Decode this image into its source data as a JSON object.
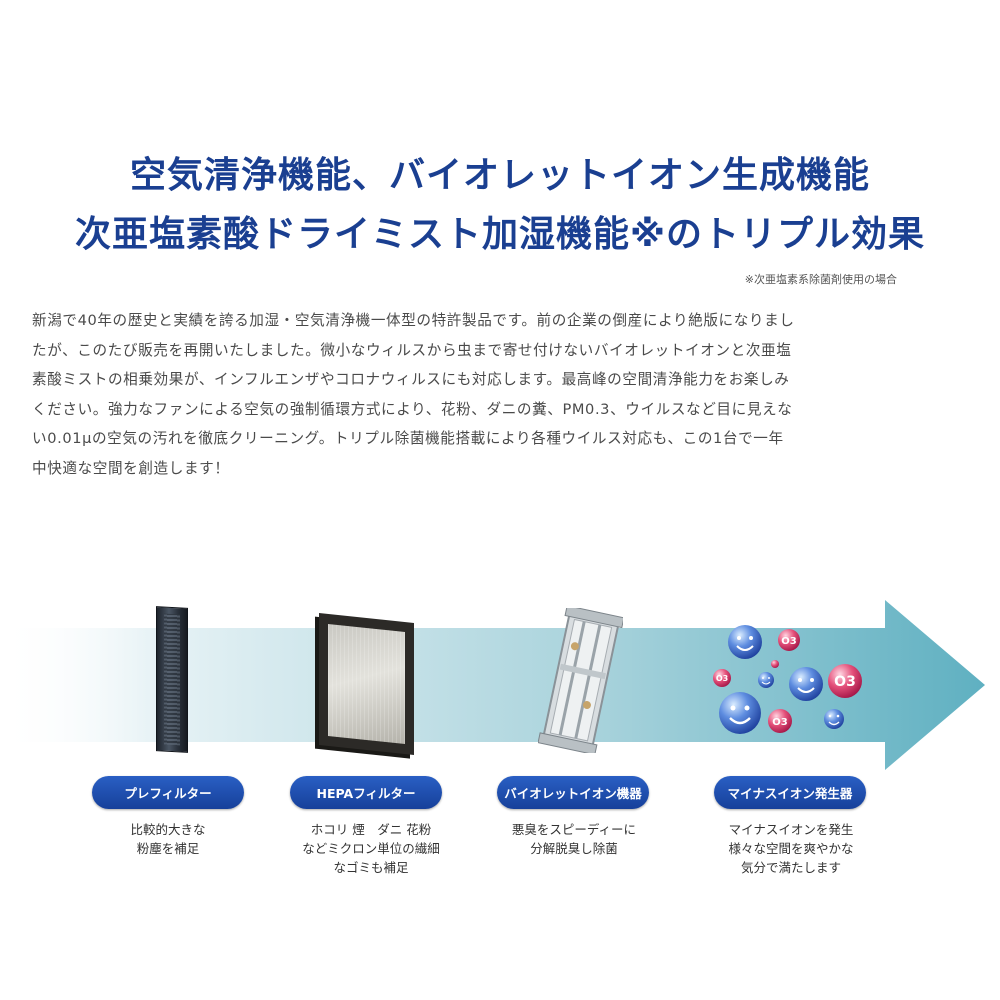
{
  "headline": {
    "line1": "空気清浄機能、バイオレットイオン生成機能",
    "line2": "次亜塩素酸ドライミスト加湿機能※のトリプル効果"
  },
  "note": "※次亜塩素系除菌剤使用の場合",
  "body_lines": [
    "新潟で40年の歴史と実績を誇る加湿・空気清浄機一体型の特許製品です。前の企業の倒産により絶版になりまし",
    "たが、このたび販売を再開いたしました。微小なウィルスから虫まで寄せ付けないバイオレットイオンと次亜塩",
    "素酸ミストの相乗効果が、インフルエンザやコロナウィルスにも対応します。最高峰の空間清浄能力をお楽しみ",
    "ください。強力なファンによる空気の強制循環方式により、花粉、ダニの糞、PM0.3、ウイルスなど目に見えな",
    "い0.01μの空気の汚れを徹底クリーニング。トリプル除菌機能搭載により各種ウイルス対応も、この1台で一年",
    "中快適な空間を創造します！"
  ],
  "features": [
    {
      "label": "プレフィルター",
      "desc": [
        "比較的大きな",
        "粉塵を補足"
      ]
    },
    {
      "label": "HEPAフィルター",
      "desc": [
        "ホコリ 煙　ダニ 花粉",
        "などミクロン単位の繊細",
        "なゴミも補足"
      ]
    },
    {
      "label": "バイオレットイオン機器",
      "desc": [
        "悪臭をスピーディーに",
        "分解脱臭し除菌"
      ]
    },
    {
      "label": "マイナスイオン発生器",
      "desc": [
        "マイナスイオンを発生",
        "様々な空間を爽やかな",
        "気分で満たします"
      ]
    }
  ],
  "ion_label": "O3",
  "colors": {
    "headline": "#1a3f91",
    "pill": "#1f4fae",
    "arrow_start": "#f4f9fb",
    "arrow_end": "#6fb6c6"
  },
  "icons": [
    "smiley-ion-icon",
    "ozone-molecule-icon"
  ]
}
